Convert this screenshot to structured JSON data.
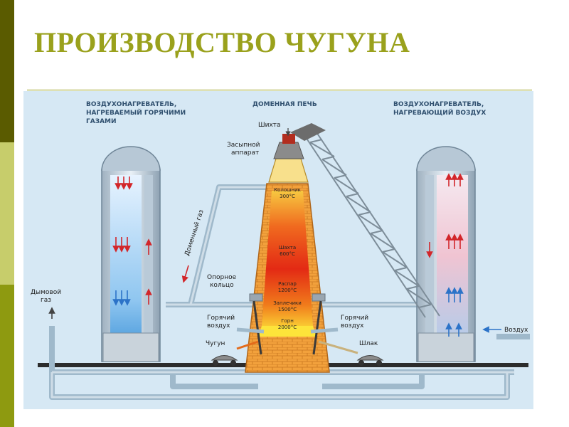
{
  "slide": {
    "title": "ПРОИЗВОДСТВО ЧУГУНА",
    "accent_color": "#9aa11c",
    "sidebar_colors": [
      "#5a5b00",
      "#c7cd6b",
      "#8e9a10"
    ]
  },
  "diagram": {
    "headers": {
      "left_stove": [
        "ВОЗДУХОНАГРЕВАТЕЛЬ,",
        "НАГРЕВАЕМЫЙ ГОРЯЧИМИ",
        "ГАЗАМИ"
      ],
      "furnace": "ДОМЕННАЯ ПЕЧЬ",
      "right_stove": [
        "ВОЗДУХОНАГРЕВАТЕЛЬ,",
        "НАГРЕВАЮЩИЙ ВОЗДУХ"
      ]
    },
    "labels": {
      "charge": "Шихта",
      "loader": [
        "Засыпной",
        "аппарат"
      ],
      "blast_furnace_gas": "Доменный газ",
      "support_ring": [
        "Опорное",
        "кольцо"
      ],
      "hot_air_left": [
        "Горячий",
        "воздух"
      ],
      "hot_air_right": [
        "Горячий",
        "воздух"
      ],
      "pig_iron": "Чугун",
      "slag": "Шлак",
      "flue_gas": [
        "Дымовой",
        "газ"
      ],
      "air": "Воздух"
    },
    "zones": [
      {
        "name": "Колошник",
        "temp": "300°С"
      },
      {
        "name": "Шахта",
        "temp": "600°С"
      },
      {
        "name": "Распар",
        "temp": "1200°С"
      },
      {
        "name": "Заплечики",
        "temp": "1500°С"
      },
      {
        "name": "Горн",
        "temp": "2000°С"
      }
    ]
  }
}
